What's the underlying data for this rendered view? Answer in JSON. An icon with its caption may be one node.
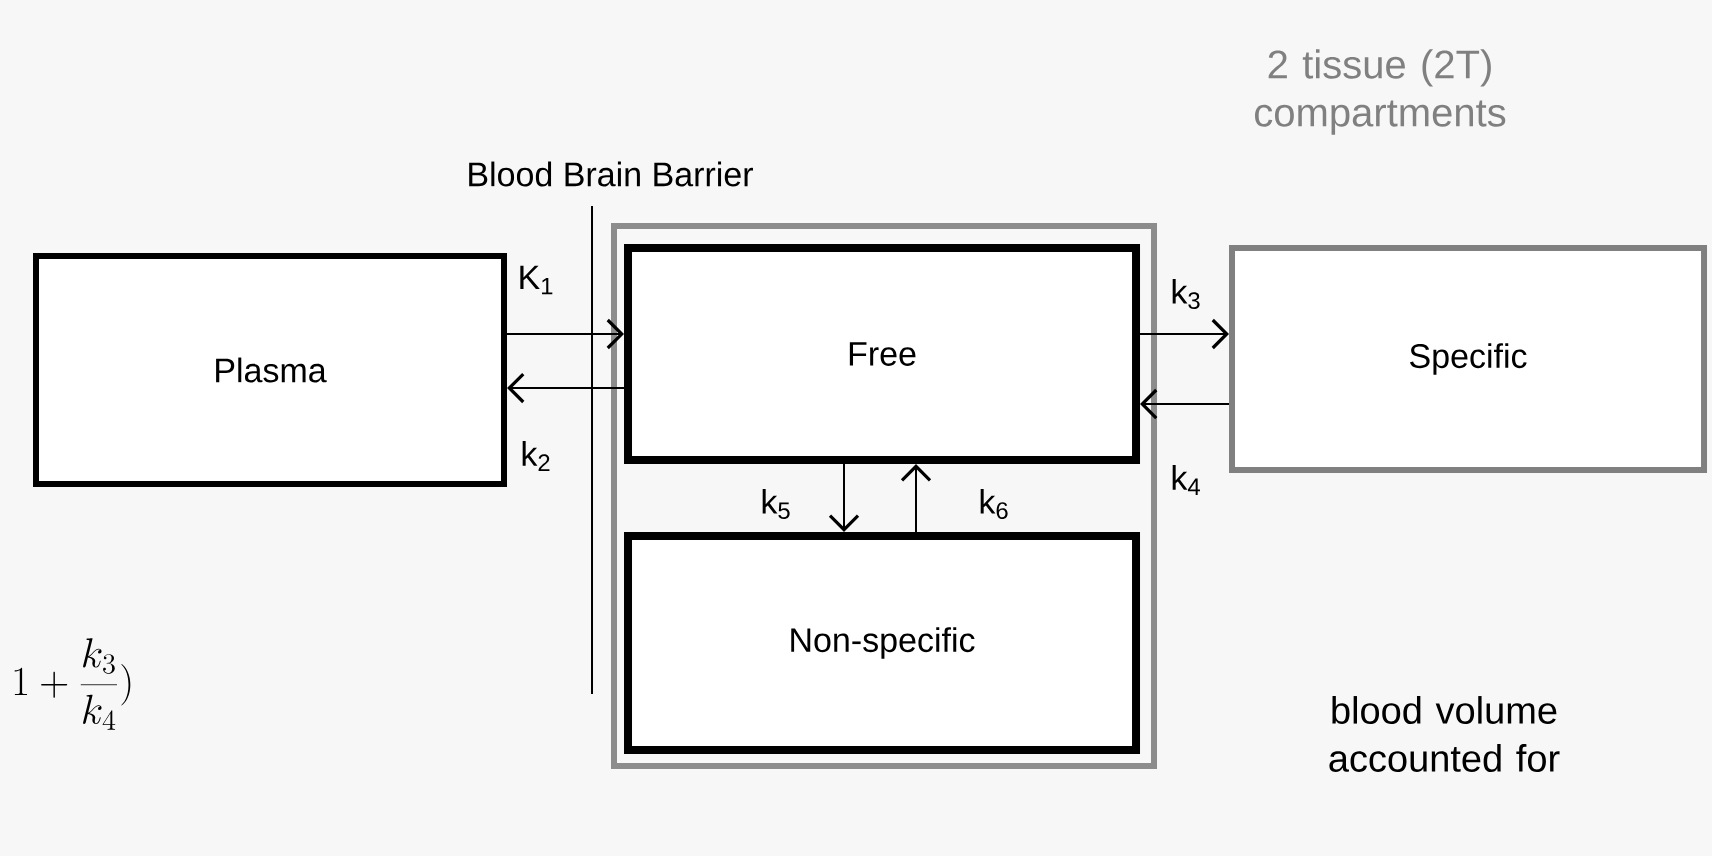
{
  "diagram": {
    "nodes": [
      {
        "text": [
          "Plasma"
        ]
      },
      {
        "text": [],
        "shape": "box"
      },
      {
        "text": [
          "Free"
        ],
        "in": 1
      },
      {
        "text": [
          "Non-specific"
        ],
        "in": 1
      },
      {
        "text": [
          "Specific"
        ]
      }
    ],
    "edges": [
      {
        "from": 0,
        "to": 2,
        "arrow": "to",
        "label": "K$_{1}$"
      },
      {
        "from": 2,
        "to": 0,
        "arrow": "to",
        "label": "k$_{2}$"
      },
      {
        "from": 2,
        "to": 4,
        "arrow": "to",
        "label": "k$_{3}$"
      },
      {
        "from": 4,
        "to": 2,
        "arrow": "to",
        "label": "k$_{4}$"
      },
      {
        "from": 2,
        "to": 3,
        "arrow": "to",
        "label": "k$_{5}$"
      },
      {
        "from": 3,
        "to": 2,
        "arrow": "to",
        "label": "k$_{6}$"
      }
    ],
    "labels": [
      "2 tissue (2T) compartments",
      "Blood Brain Barrier",
      "1+\\frac{k_3}{k_4})",
      "blood volume accounted for"
    ]
  }
}
